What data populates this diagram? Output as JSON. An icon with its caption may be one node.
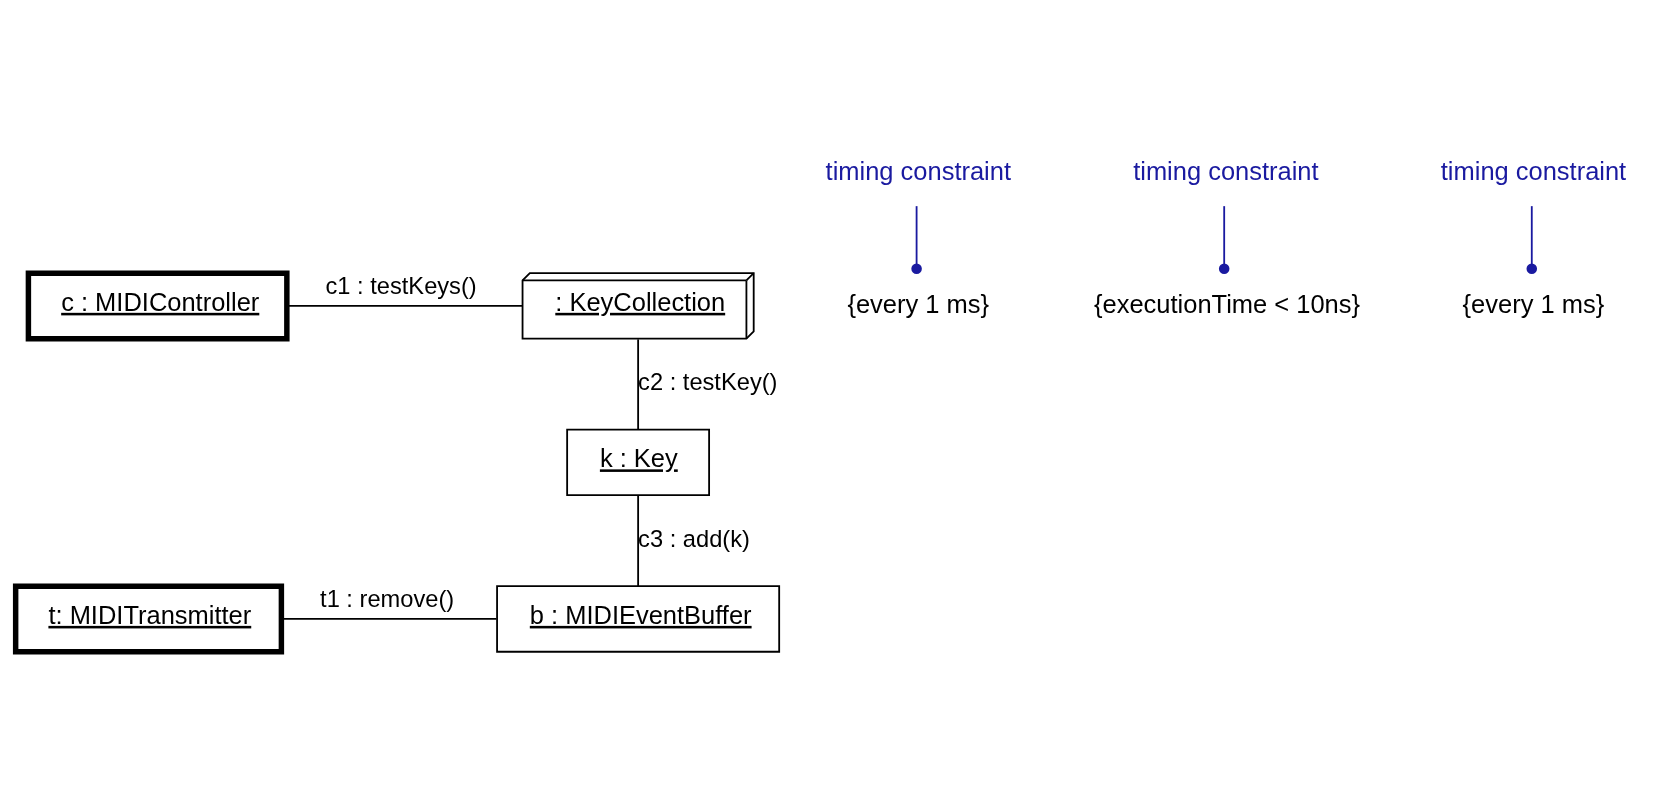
{
  "diagram": {
    "nodes": [
      {
        "text": [
          "c : MIDIController"
        ]
      },
      {
        "text": [
          ": KeyCollection"
        ]
      },
      {
        "text": [
          "k : Key"
        ]
      },
      {
        "text": [
          "b : MIDIEventBuffer"
        ]
      },
      {
        "text": [
          "t: MIDITransmitter"
        ]
      },
      {
        "text": [
          "{every 1 ms}"
        ]
      },
      {
        "text": [
          "timing constraint"
        ]
      },
      {
        "text": [
          "{executionTime < 10ns}"
        ]
      },
      {
        "text": [
          "timing constraint"
        ]
      },
      {
        "text": [
          "{every 1 ms}"
        ]
      },
      {
        "text": [
          "timing constraint"
        ]
      }
    ],
    "edges": [
      {
        "from": 0,
        "to": 1,
        "arrow": "none",
        "label": "c1 : testKeys()"
      },
      {
        "from": 1,
        "to": 2,
        "arrow": "none",
        "label": "c2 : testKey()"
      },
      {
        "from": 2,
        "to": 3,
        "arrow": "none",
        "label": "c3 : add(k)"
      },
      {
        "from": 4,
        "to": 3,
        "arrow": "none",
        "label": "t1 : remove()"
      },
      {
        "from": 6,
        "to": 5,
        "arrow": "other",
        "color": "#1a1aa0"
      },
      {
        "from": 8,
        "to": 7,
        "arrow": "other",
        "color": "#1a1aa0"
      },
      {
        "from": 10,
        "to": 9,
        "arrow": "other",
        "color": "#1a1aa0"
      }
    ]
  }
}
